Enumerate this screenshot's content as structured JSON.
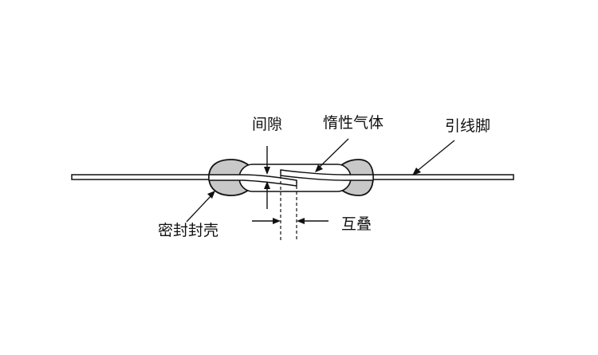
{
  "labels": {
    "gap": "间隙",
    "inert_gas": "惰性气体",
    "lead_pin": "引线脚",
    "sealed_shell": "密封封壳",
    "overlap": "互叠"
  },
  "colors": {
    "line": "#111111",
    "shell_fill": "#c8c8c8",
    "background": "#ffffff"
  }
}
